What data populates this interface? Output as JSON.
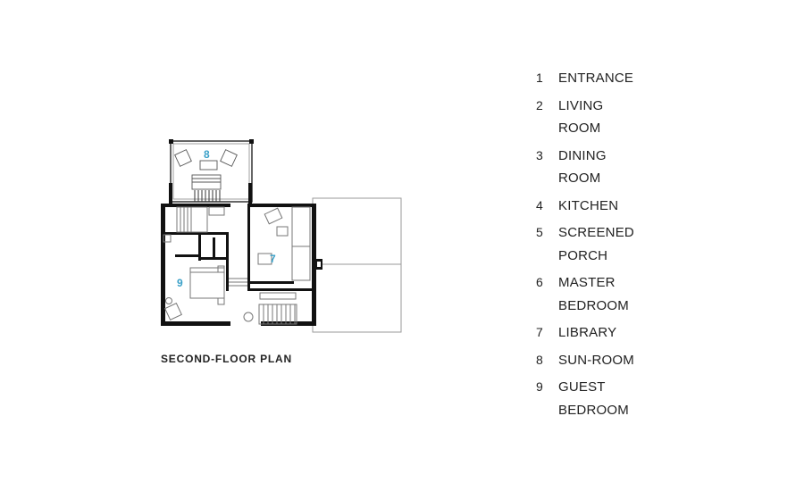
{
  "caption": "SECOND-FLOOR PLAN",
  "room_markers": [
    {
      "number": "8"
    },
    {
      "number": "7"
    },
    {
      "number": "9"
    }
  ],
  "legend": [
    {
      "number": "1",
      "label": "ENTRANCE"
    },
    {
      "number": "2",
      "label": "LIVING ROOM"
    },
    {
      "number": "3",
      "label": "DINING ROOM"
    },
    {
      "number": "4",
      "label": "KITCHEN"
    },
    {
      "number": "5",
      "label": "SCREENED PORCH"
    },
    {
      "number": "6",
      "label": "MASTER BEDROOM"
    },
    {
      "number": "7",
      "label": "LIBRARY"
    },
    {
      "number": "8",
      "label": "SUN-ROOM"
    },
    {
      "number": "9",
      "label": "GUEST BEDROOM"
    }
  ],
  "colors": {
    "wall": "#111111",
    "thin_line": "#777777",
    "room_number": "#3aa0c8",
    "text": "#222222"
  }
}
